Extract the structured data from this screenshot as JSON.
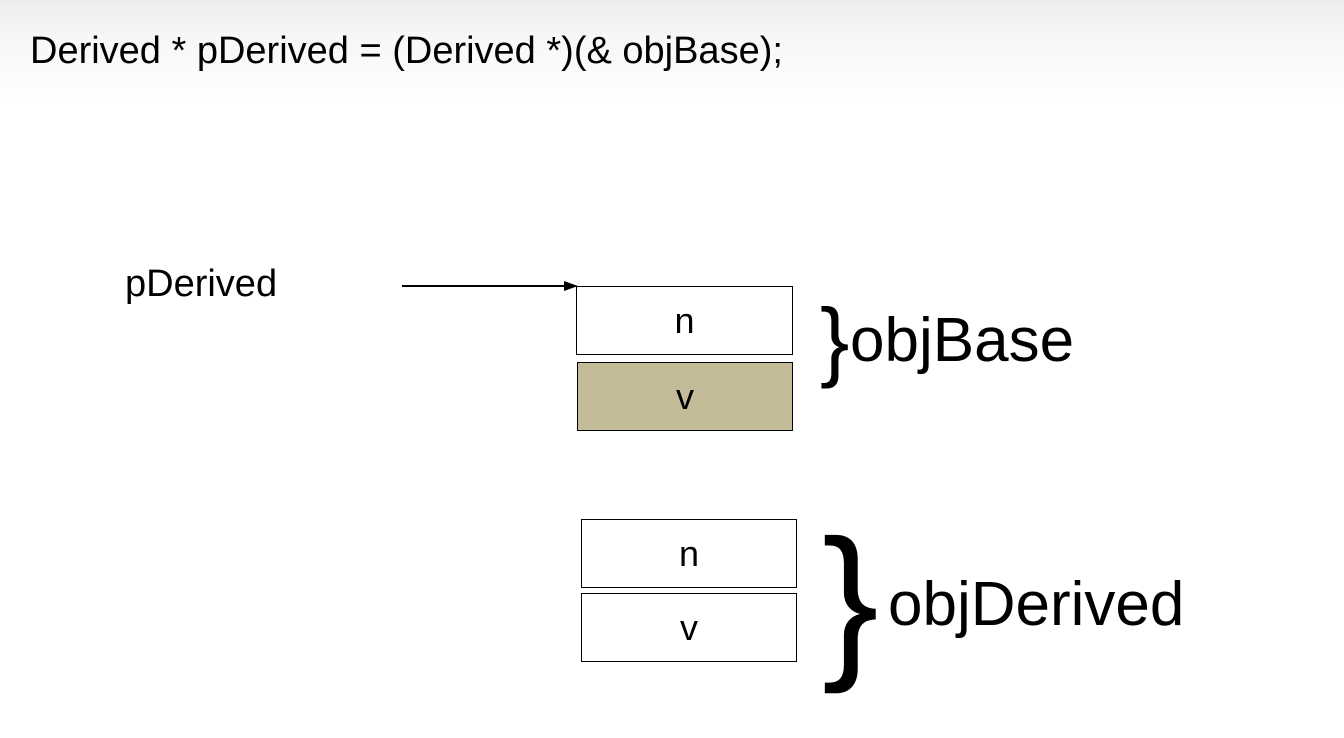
{
  "statement": "Derived * pDerived = (Derived *)(& objBase);",
  "pointer_label": "pDerived",
  "objBase": {
    "label": "objBase",
    "fields": [
      "n",
      "v"
    ]
  },
  "objDerived": {
    "label": "objDerived",
    "fields": [
      "n",
      "v"
    ]
  },
  "brace_glyph": "}",
  "colors": {
    "highlight_cell": "#c4bc99",
    "border": "#000000",
    "background": "#ffffff"
  }
}
